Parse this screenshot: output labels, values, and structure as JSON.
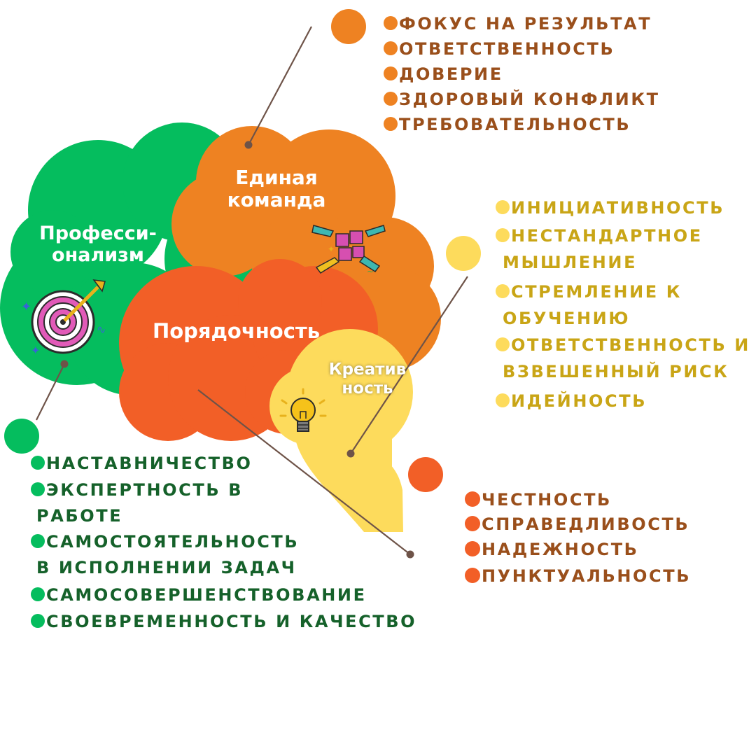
{
  "colors": {
    "green": "#05bd5e",
    "orange": "#ee8222",
    "red_orange": "#f25f27",
    "yellow": "#fddb5c",
    "brown_text": "#9a4f1b",
    "gold_text": "#c9a516",
    "green_text": "#15612a",
    "line": "#6e5348"
  },
  "clouds": {
    "professionalism": "Професси-\nонализм",
    "team": "Единая\nкоманда",
    "decency": "Порядочность",
    "creativity": "Креатив\nность"
  },
  "lists": {
    "team": [
      "ФОКУС НА РЕЗУЛЬТАТ",
      "ОТВЕТСТВЕННОСТЬ",
      "ДОВЕРИЕ",
      "ЗДОРОВЫЙ КОНФЛИКТ",
      "ТРЕБОВАТЕЛЬНОСТЬ"
    ],
    "creativity": [
      "ИНИЦИАТИВНОСТЬ",
      "НЕСТАНДАРТНОЕ\nМЫШЛЕНИЕ",
      "СТРЕМЛЕНИЕ К\nОБУЧЕНИЮ",
      "ОТВЕТСТВЕННОСТЬ И\nВЗВЕШЕННЫЙ РИСК",
      "ИДЕЙНОСТЬ"
    ],
    "decency": [
      "ЧЕСТНОСТЬ",
      "СПРАВЕДЛИВОСТЬ",
      "НАДЕЖНОСТЬ",
      "ПУНКТУАЛЬНОСТЬ"
    ],
    "professionalism": [
      "НАСТАВНИЧЕСТВО",
      "ЭКСПЕРТНОСТЬ В\nРАБОТЕ",
      "САМОСТОЯТЕЛЬНОСТЬ\nВ ИСПОЛНЕНИИ ЗАДАЧ",
      "САМОСОВЕРШЕНСТВОВАНИЕ",
      "СВОЕВРЕМЕННОСТЬ И КАЧЕСТВО"
    ]
  },
  "icons": {
    "professionalism": "target-with-arrow-icon",
    "team": "puzzle-hands-icon",
    "creativity": "lightbulb-icon"
  }
}
